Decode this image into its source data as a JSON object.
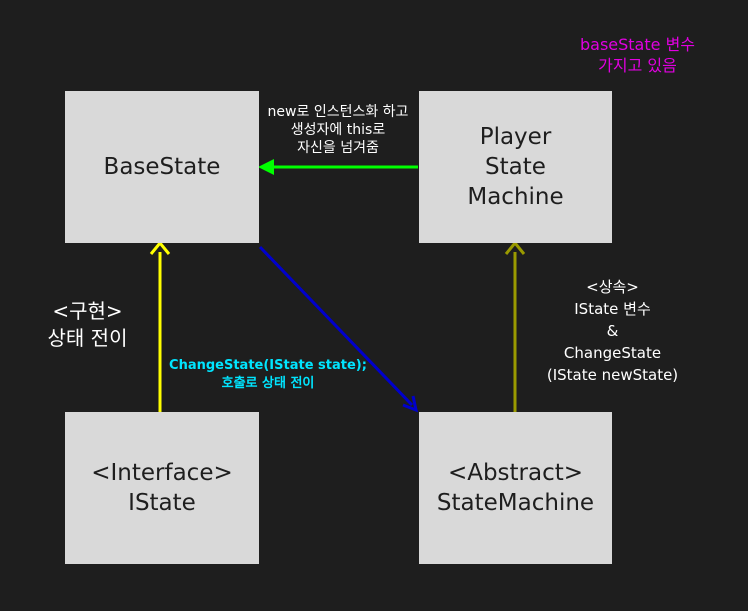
{
  "boxes": {
    "base_state": "BaseState",
    "player_state_machine": "Player\nState\nMachine",
    "istate": "<Interface>\nIState",
    "state_machine": "<Abstract>\nStateMachine"
  },
  "labels": {
    "note_magenta": "baseState 변수\n가지고 있음",
    "green_arrow": "new로 인스턴스화 하고\n생성자에 this로\n자신을 넘겨줌",
    "implementation": "<구현>\n상태 전이",
    "change_state": "ChangeState(IState state);\n호출로 상태 전이",
    "inheritance": "<상속>\nIState 변수\n&\nChangeState\n(IState newState)"
  },
  "colors": {
    "background": "#1e1e1e",
    "box": "#d9d9d9",
    "green_arrow": "#00ff00",
    "yellow_arrow": "#ffff00",
    "olive_arrow": "#9a9a00",
    "blue_arrow": "#0000cc",
    "magenta_text": "#e100e1",
    "cyan_text": "#00e5ff"
  }
}
